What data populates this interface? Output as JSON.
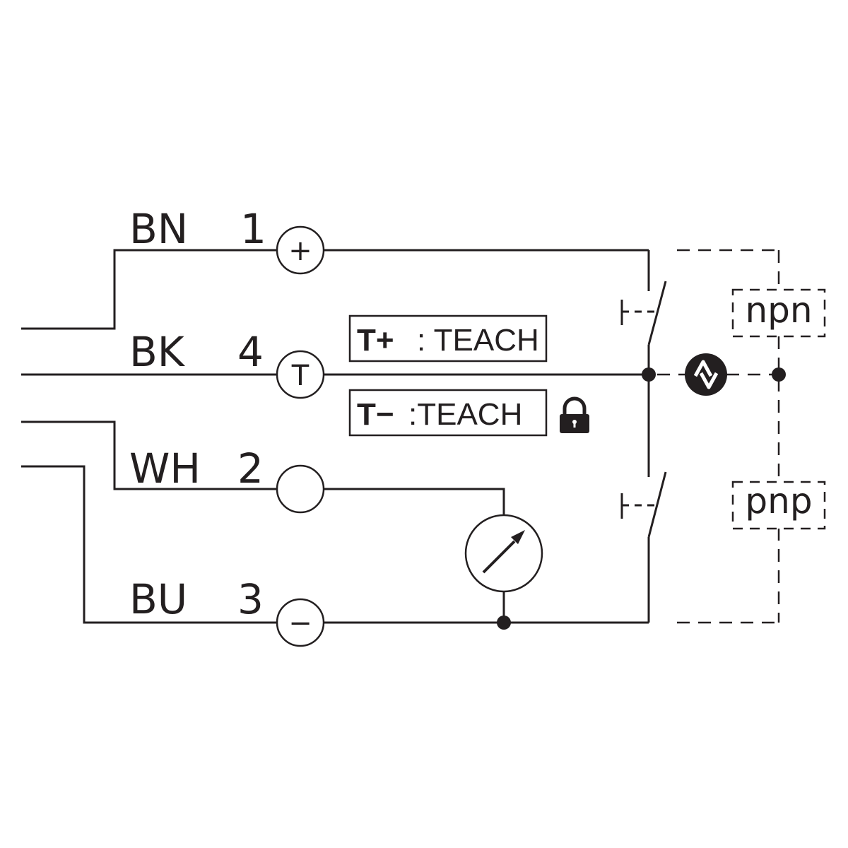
{
  "wires": [
    {
      "color": "BN",
      "pin": "1",
      "symbol": "+"
    },
    {
      "color": "BK",
      "pin": "4",
      "symbol": "T"
    },
    {
      "color": "WH",
      "pin": "2",
      "symbol": ""
    },
    {
      "color": "BU",
      "pin": "3",
      "symbol": "−"
    }
  ],
  "teach": {
    "plus": {
      "prefix": "T+",
      "label": ": TEACH"
    },
    "minus": {
      "prefix": "T−",
      "label": ":TEACH"
    }
  },
  "modes": {
    "npn": "npn",
    "pnp": "pnp"
  },
  "icons": {
    "lock": "lock-icon",
    "output_switch": "switching-output-icon",
    "analog_meter": "analog-meter-icon"
  },
  "colors": {
    "line": "#231f20",
    "background": "#ffffff"
  }
}
